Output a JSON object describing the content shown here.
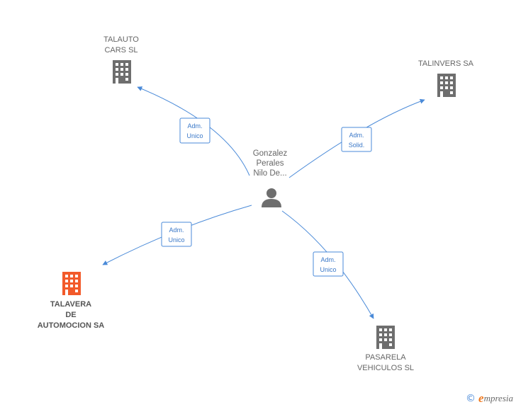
{
  "colors": {
    "edge": "#4a8ad8",
    "building_default": "#6e6e6e",
    "building_highlight": "#f25a2a",
    "person": "#6e6e6e"
  },
  "center": {
    "name_lines": [
      "Gonzalez",
      "Perales",
      "Nilo De..."
    ],
    "icon": "person-icon"
  },
  "companies": [
    {
      "id": "talauto",
      "name_lines": [
        "TALAUTO",
        "CARS  SL"
      ],
      "icon": "building-icon",
      "highlight": false,
      "relation": [
        "Adm.",
        "Unico"
      ]
    },
    {
      "id": "talinvers",
      "name_lines": [
        "TALINVERS SA"
      ],
      "icon": "building-icon",
      "highlight": false,
      "relation": [
        "Adm.",
        "Solid."
      ]
    },
    {
      "id": "talavera",
      "name_lines": [
        "TALAVERA",
        "DE",
        "AUTOMOCION SA"
      ],
      "icon": "building-icon",
      "highlight": true,
      "relation": [
        "Adm.",
        "Unico"
      ]
    },
    {
      "id": "pasarela",
      "name_lines": [
        "PASARELA",
        "VEHICULOS  SL"
      ],
      "icon": "building-icon",
      "highlight": false,
      "relation": [
        "Adm.",
        "Unico"
      ]
    }
  ],
  "footer": {
    "copyright_symbol": "©",
    "brand_initial": "e",
    "brand_rest": "mpresia"
  }
}
